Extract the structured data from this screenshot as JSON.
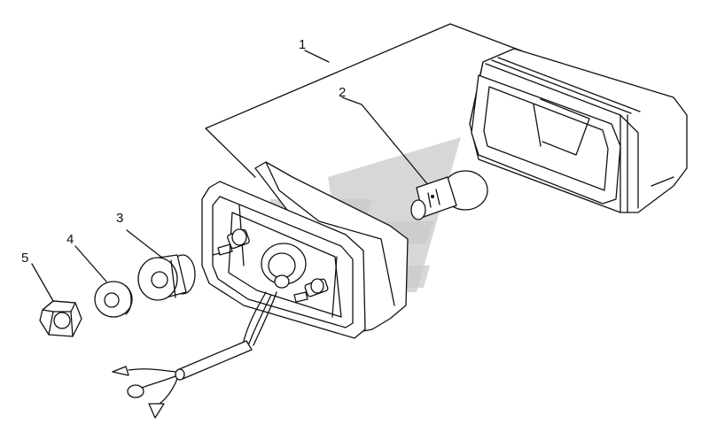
{
  "diagram": {
    "callouts": [
      {
        "id": "callout-1",
        "number": "1"
      },
      {
        "id": "callout-2",
        "number": "2"
      },
      {
        "id": "callout-3",
        "number": "3"
      },
      {
        "id": "callout-4",
        "number": "4"
      },
      {
        "id": "callout-5",
        "number": "5"
      }
    ]
  },
  "colors": {
    "line": "#111111",
    "background": "#ffffff",
    "watermark": "#c9c9c9"
  },
  "icons": [
    "lens-cover",
    "lamp-housing",
    "bulb",
    "grommet",
    "washer",
    "hex-nut",
    "wire-harness",
    "watermark-logo"
  ]
}
